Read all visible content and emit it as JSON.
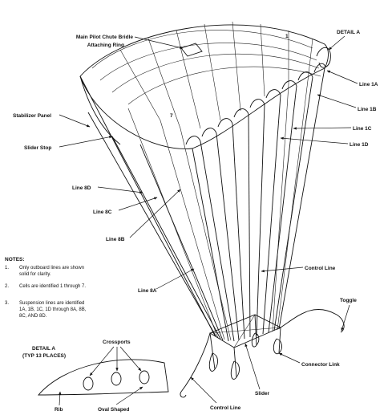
{
  "labels": {
    "bridle_ring_line1": "Main Pilot Chute Bridle",
    "bridle_ring_line2": "Attaching Ring",
    "detail_a": "DETAIL A",
    "line_1a": "Line 1A",
    "line_1b": "Line 1B",
    "line_1c": "Line 1C",
    "line_1d": "Line 1D",
    "stabilizer_panel": "Stabilizer Panel",
    "slider_stop": "Slider Stop",
    "line_8d": "Line 8D",
    "line_8c": "Line 8C",
    "line_8b": "Line 8B",
    "line_8a": "Line 8A",
    "control_line_right": "Control Line",
    "toggle": "Toggle",
    "connector_link": "Connector Link",
    "slider": "Slider",
    "control_line_bottom": "Control Line",
    "cell_1": "1",
    "cell_7": "7"
  },
  "notes": {
    "heading": "NOTES:",
    "items": [
      {
        "num": "1.",
        "line1": "Only outboard lines are shown",
        "line2": "solid for clarity."
      },
      {
        "num": "2.",
        "line1": "Cells are identified 1 through 7.",
        "line2": ""
      },
      {
        "num": "3.",
        "line1": "Suspension lines are identified",
        "line2": "1A, 1B, 1C, 1D through 8A, 8B,",
        "line3": "8C, AND 8D."
      }
    ]
  },
  "detail": {
    "title": "DETAIL A",
    "subtitle": "(TYP 13 PLACES)",
    "crossports": "Crossports",
    "rib": "Rib",
    "oval_shaped": "Oval Shaped"
  }
}
